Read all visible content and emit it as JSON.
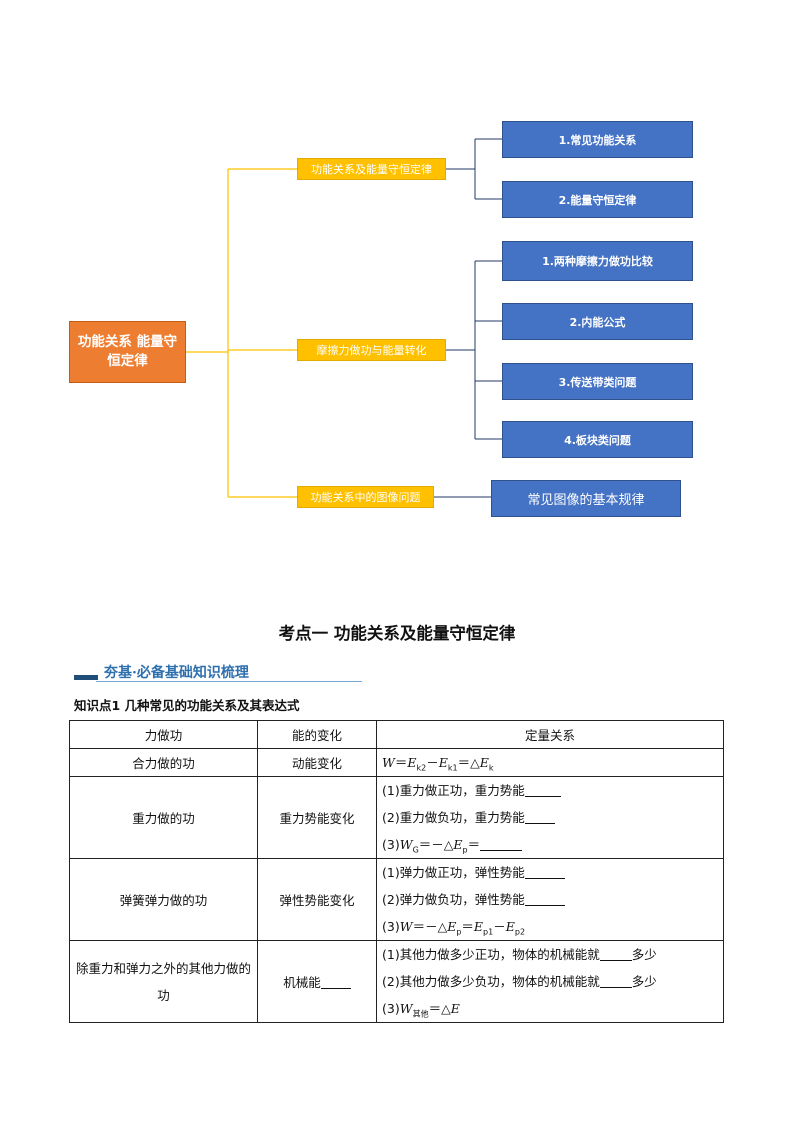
{
  "mindmap": {
    "root": "功能关系  能量守恒定律",
    "branches": [
      {
        "label": "功能关系及能量守恒定律",
        "leaves": [
          "1.常见功能关系",
          "2.能量守恒定律"
        ]
      },
      {
        "label": "摩擦力做功与能量转化",
        "leaves": [
          "1.两种摩擦力做功比较",
          "2.内能公式",
          "3.传送带类问题",
          "4.板块类问题"
        ]
      },
      {
        "label": "功能关系中的图像问题",
        "leaves": [
          "常见图像的基本规律"
        ]
      }
    ],
    "colors": {
      "root": "#ed7d31",
      "branch": "#ffc000",
      "leaf": "#4472c4",
      "line": "#ffc000",
      "leaf_line": "#1f3864"
    }
  },
  "section_title": "考点一  功能关系及能量守恒定律",
  "banner": "夯基·必备基础知识梳理",
  "knowledge_point": "知识点1  几种常见的功能关系及其表达式",
  "table": {
    "headers": [
      "力做功",
      "能的变化",
      "定量关系"
    ],
    "rows": [
      {
        "force": "合力做的功",
        "energy": "动能变化",
        "formula_eq": "W＝Ek2－Ek1＝△Ek"
      },
      {
        "force": "重力做的功",
        "energy": "重力势能变化",
        "lines": [
          "(1)重力做正功，重力势能",
          "(2)重力做负功，重力势能",
          "(3)WG＝－△Ep＝"
        ]
      },
      {
        "force": "弹簧弹力做的功",
        "energy": "弹性势能变化",
        "lines": [
          "(1)弹力做正功，弹性势能",
          "(2)弹力做负功，弹性势能",
          "(3)W＝－△Ep＝Ep1－Ep2"
        ]
      },
      {
        "force": "除重力和弹力之外的其他力做的功",
        "energy": "机械能",
        "lines": [
          "(1)其他力做多少正功，物体的机械能就",
          "多少",
          "(2)其他力做多少负功，物体的机械能就",
          "多少",
          "(3)W其他＝△E"
        ]
      }
    ]
  }
}
